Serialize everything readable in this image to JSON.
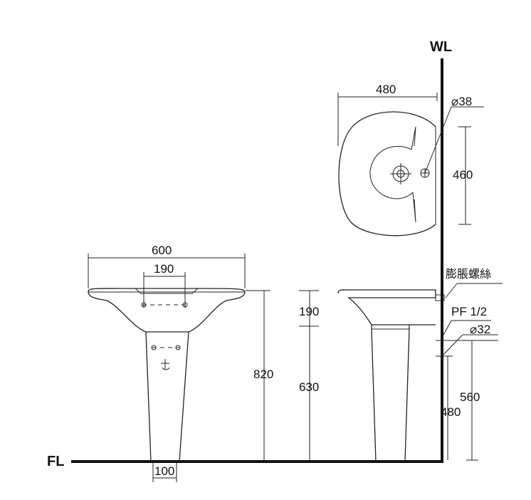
{
  "labels": {
    "wall_line": "WL",
    "floor_line": "FL"
  },
  "dimensions": {
    "top_width": "480",
    "top_depth": "460",
    "tap_hole": "⌀38",
    "basin_width": "600",
    "tap_spacing": "190",
    "overall_height": "820",
    "basin_height": "190",
    "pedestal_height": "630",
    "pedestal_base": "100",
    "drain_height": "560",
    "supply_height": "480",
    "drain_dia": "⌀32",
    "supply_thread": "PF 1/2"
  },
  "notes": {
    "anchor_bolt": "膨脹螺絲"
  },
  "colors": {
    "line": "#222222",
    "background": "#ffffff"
  }
}
